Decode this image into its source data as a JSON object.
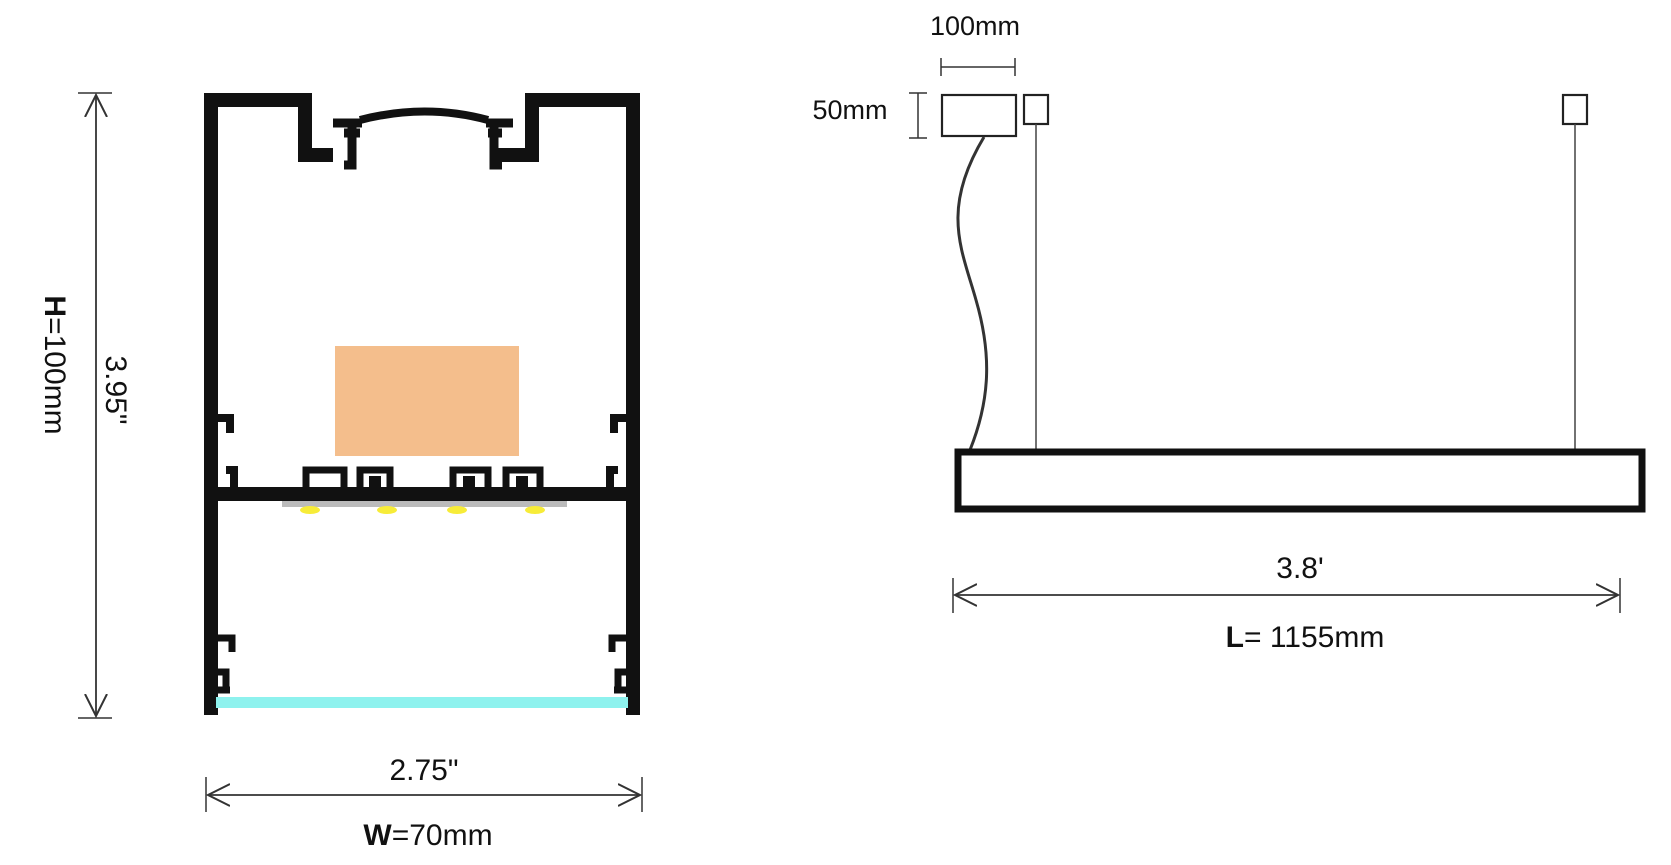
{
  "cross_section": {
    "height_label_prefix": "H",
    "height_label_value": "=100mm",
    "height_label_inch": "3.95\"",
    "width_label_inch": "2.75\"",
    "width_label_prefix": "W",
    "width_label_value": "=70mm"
  },
  "pendant": {
    "driver_width_label": "100mm",
    "driver_height_label": "50mm",
    "length_label_ft": "3.8'",
    "length_label_prefix": "L",
    "length_label_value": "= 1155mm"
  },
  "colors": {
    "profile_line": "#111111",
    "led_pcb": "#f4be8c",
    "diffuser": "#8ef2ee",
    "led_chip": "#f7ec38",
    "dimension_line": "#333333"
  }
}
